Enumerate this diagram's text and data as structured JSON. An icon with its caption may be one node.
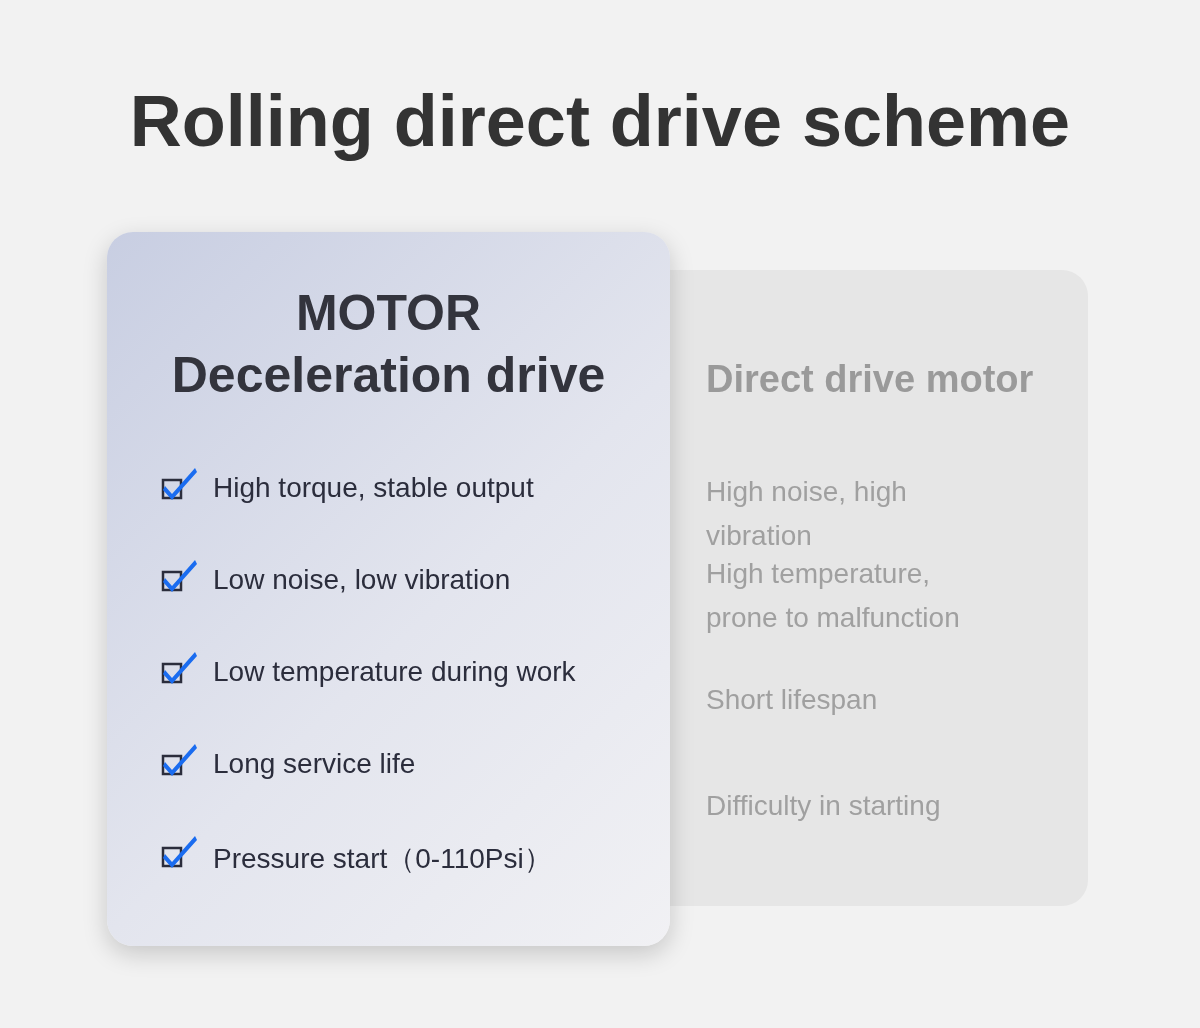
{
  "diagram": {
    "title": "Rolling direct drive scheme",
    "nodes": [
      {
        "text": [
          "MOTOR Deceleration drive",
          "High torque, stable output",
          "Low noise, low vibration",
          "Low temperature during work",
          "Long service life",
          "Pressure start（0-110Psi）"
        ]
      },
      {
        "text": [
          "Direct drive motor",
          "High noise, high vibration",
          "High temperature, prone to malfunction",
          "Short lifespan",
          "Difficulty in starting"
        ]
      }
    ]
  }
}
